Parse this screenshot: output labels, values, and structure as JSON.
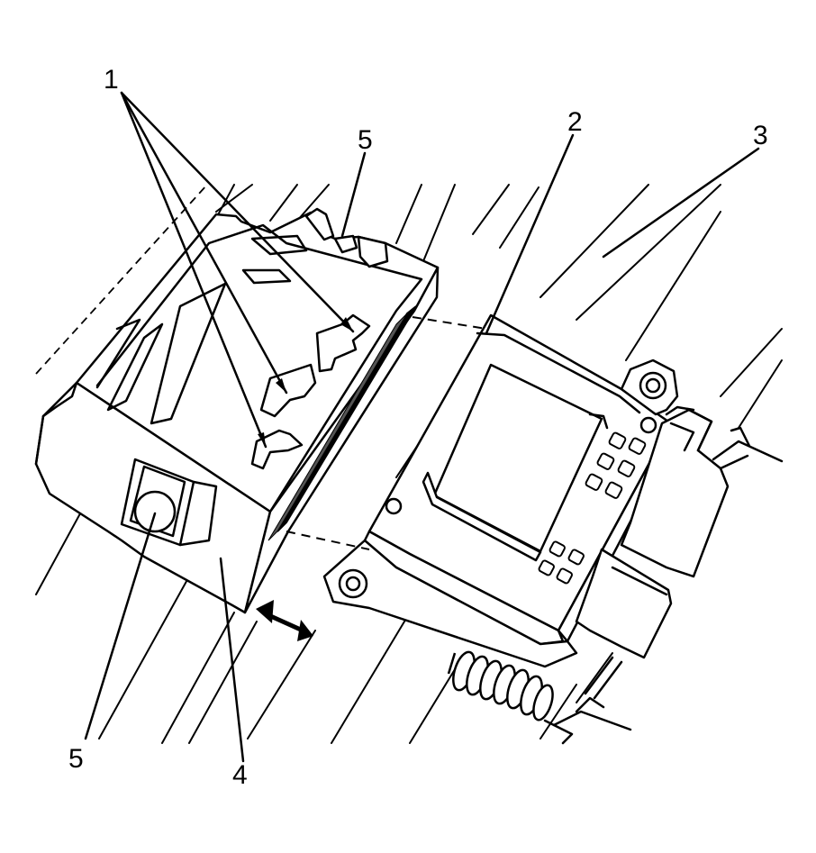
{
  "callouts": {
    "c1": "1",
    "c2": "2",
    "c3": "3",
    "c4": "4",
    "c5_top": "5",
    "c5_bottom": "5"
  },
  "colors": {
    "line": "#000000",
    "background": "#ffffff"
  },
  "icons": {
    "motion_arrow": "double-headed-arrow"
  }
}
